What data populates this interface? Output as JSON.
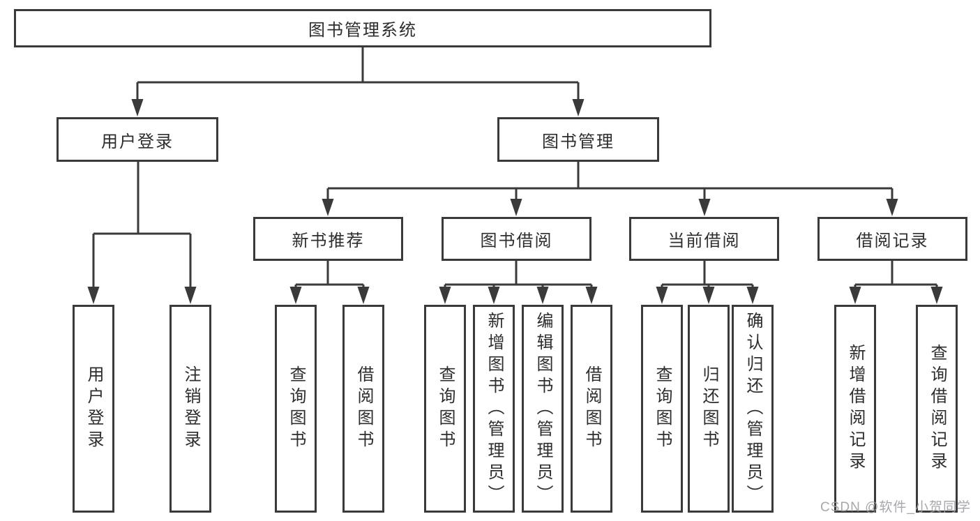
{
  "diagram": {
    "root": {
      "label": "图书管理系统"
    },
    "level2": [
      {
        "label": "用户登录"
      },
      {
        "label": "图书管理"
      }
    ],
    "level3": [
      {
        "label": "新书推荐"
      },
      {
        "label": "图书借阅"
      },
      {
        "label": "当前借阅"
      },
      {
        "label": "借阅记录"
      }
    ],
    "user_login_children": [
      {
        "label": "用户登录"
      },
      {
        "label": "注销登录"
      }
    ],
    "new_book_children": [
      {
        "label": "查询图书"
      },
      {
        "label": "借阅图书"
      }
    ],
    "book_borrow_children": [
      {
        "label": "查询图书"
      },
      {
        "label": "新增图书（管理员）"
      },
      {
        "label": "编辑图书（管理员）"
      },
      {
        "label": "借阅图书"
      }
    ],
    "current_borrow_children": [
      {
        "label": "查询图书"
      },
      {
        "label": "归还图书"
      },
      {
        "label": "确认归还（管理员）"
      }
    ],
    "records_children": [
      {
        "label": "新增借阅记录"
      },
      {
        "label": "查询借阅记录"
      }
    ]
  },
  "watermark": {
    "text": "CSDN @软件_小贺同学"
  },
  "colors": {
    "line": "#3a3a3a",
    "text": "#2d2d2d",
    "watermark": "#9e9ea4",
    "background": "#ffffff"
  }
}
